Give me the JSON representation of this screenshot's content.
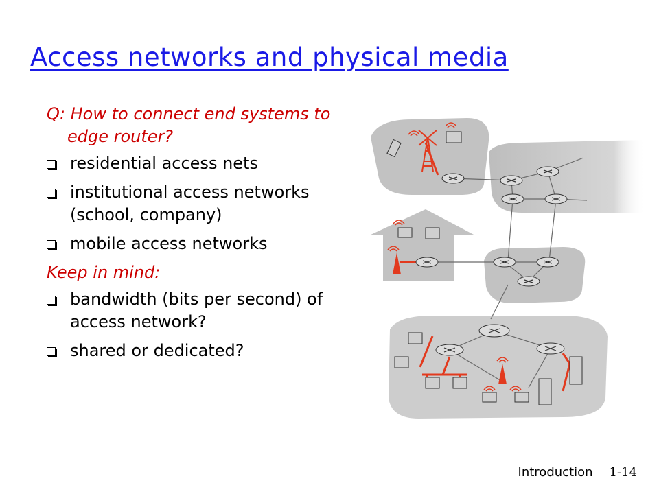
{
  "slide": {
    "title": "Access networks and physical media",
    "question": "Q: How to connect end systems to edge router?",
    "bullets1": [
      "residential access nets",
      "institutional access networks (school, company)",
      "mobile access networks"
    ],
    "keep_in_mind": "Keep in mind:",
    "bullets2": [
      "bandwidth (bits per second) of access network?",
      "shared or dedicated?"
    ]
  },
  "footer": {
    "label": "Introduction",
    "page": "1-14"
  }
}
